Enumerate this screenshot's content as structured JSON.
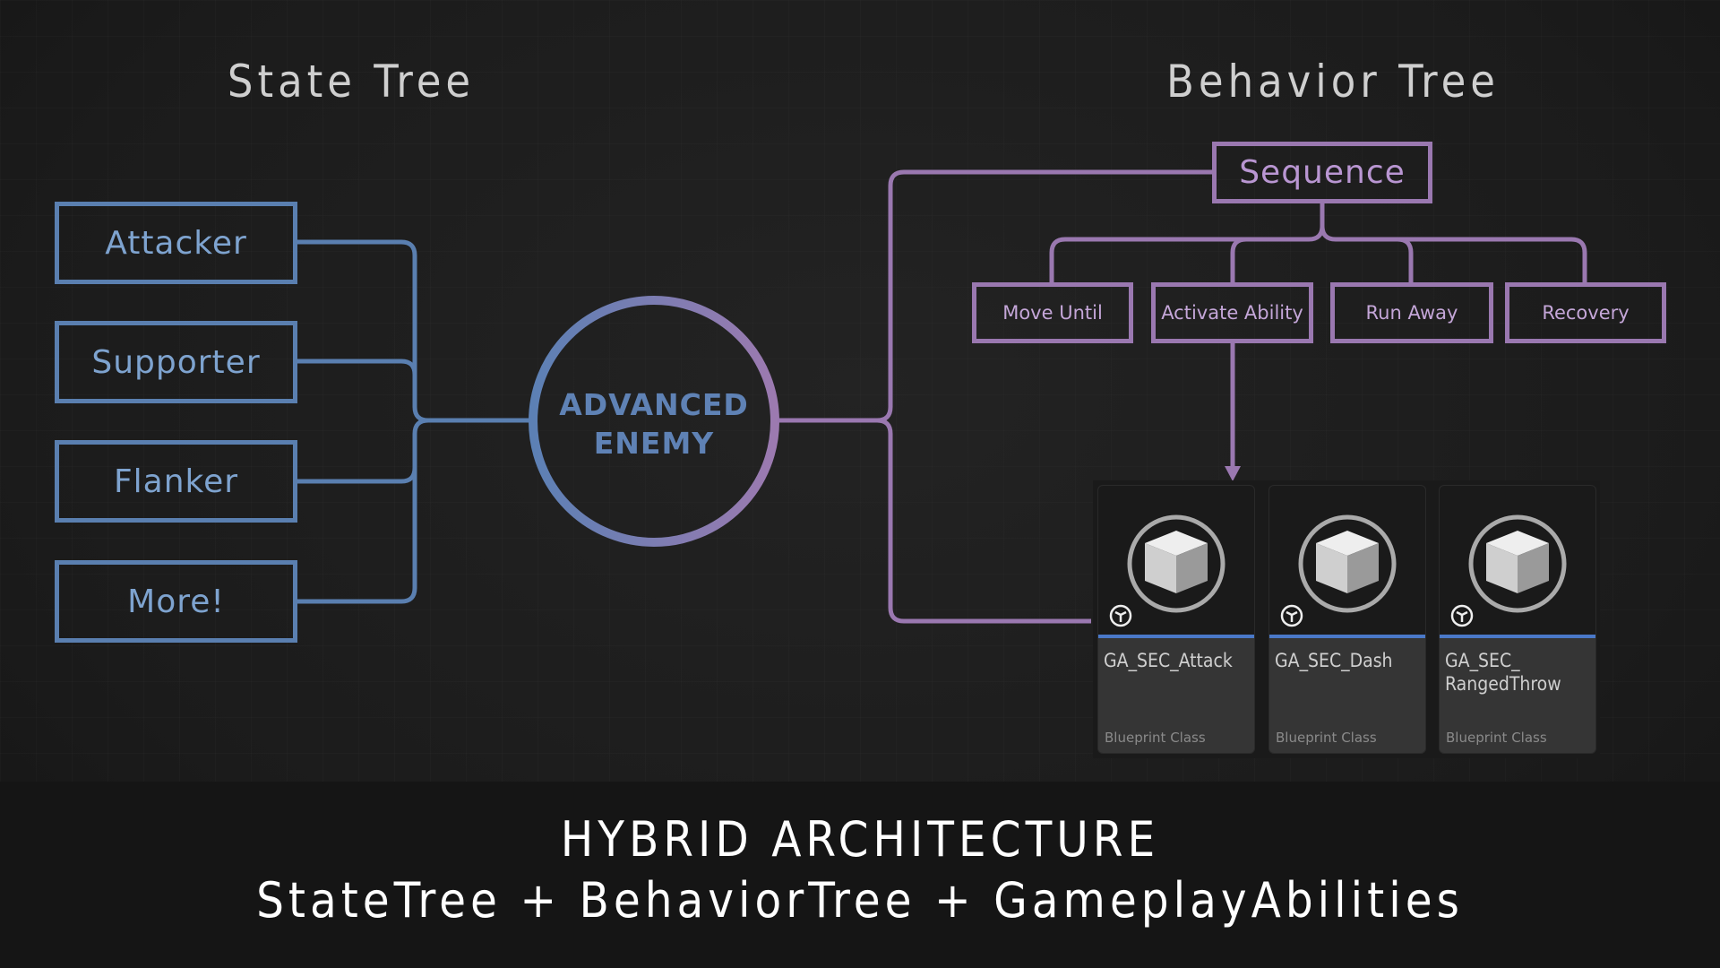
{
  "titles": {
    "state_tree": "State Tree",
    "behavior_tree": "Behavior Tree"
  },
  "state_tree": {
    "items": [
      "Attacker",
      "Supporter",
      "Flanker",
      "More!"
    ]
  },
  "center": {
    "line1": "ADVANCED",
    "line2": "ENEMY"
  },
  "behavior_tree": {
    "root": "Sequence",
    "children": [
      "Move Until",
      "Activate Ability",
      "Run Away",
      "Recovery"
    ]
  },
  "abilities": [
    {
      "name": "GA_SEC_Attack",
      "type": "Blueprint Class"
    },
    {
      "name": "GA_SEC_Dash",
      "type": "Blueprint Class"
    },
    {
      "name": "GA_SEC_ RangedThrow",
      "type": "Blueprint Class"
    }
  ],
  "footer": {
    "title": "HYBRID ARCHITECTURE",
    "subtitle": "StateTree + BehaviorTree + GameplayAbilities"
  },
  "colors": {
    "state_blue": "#5a7fb0",
    "bt_purple": "#9a78b0",
    "card_accent": "#4a78c8"
  }
}
